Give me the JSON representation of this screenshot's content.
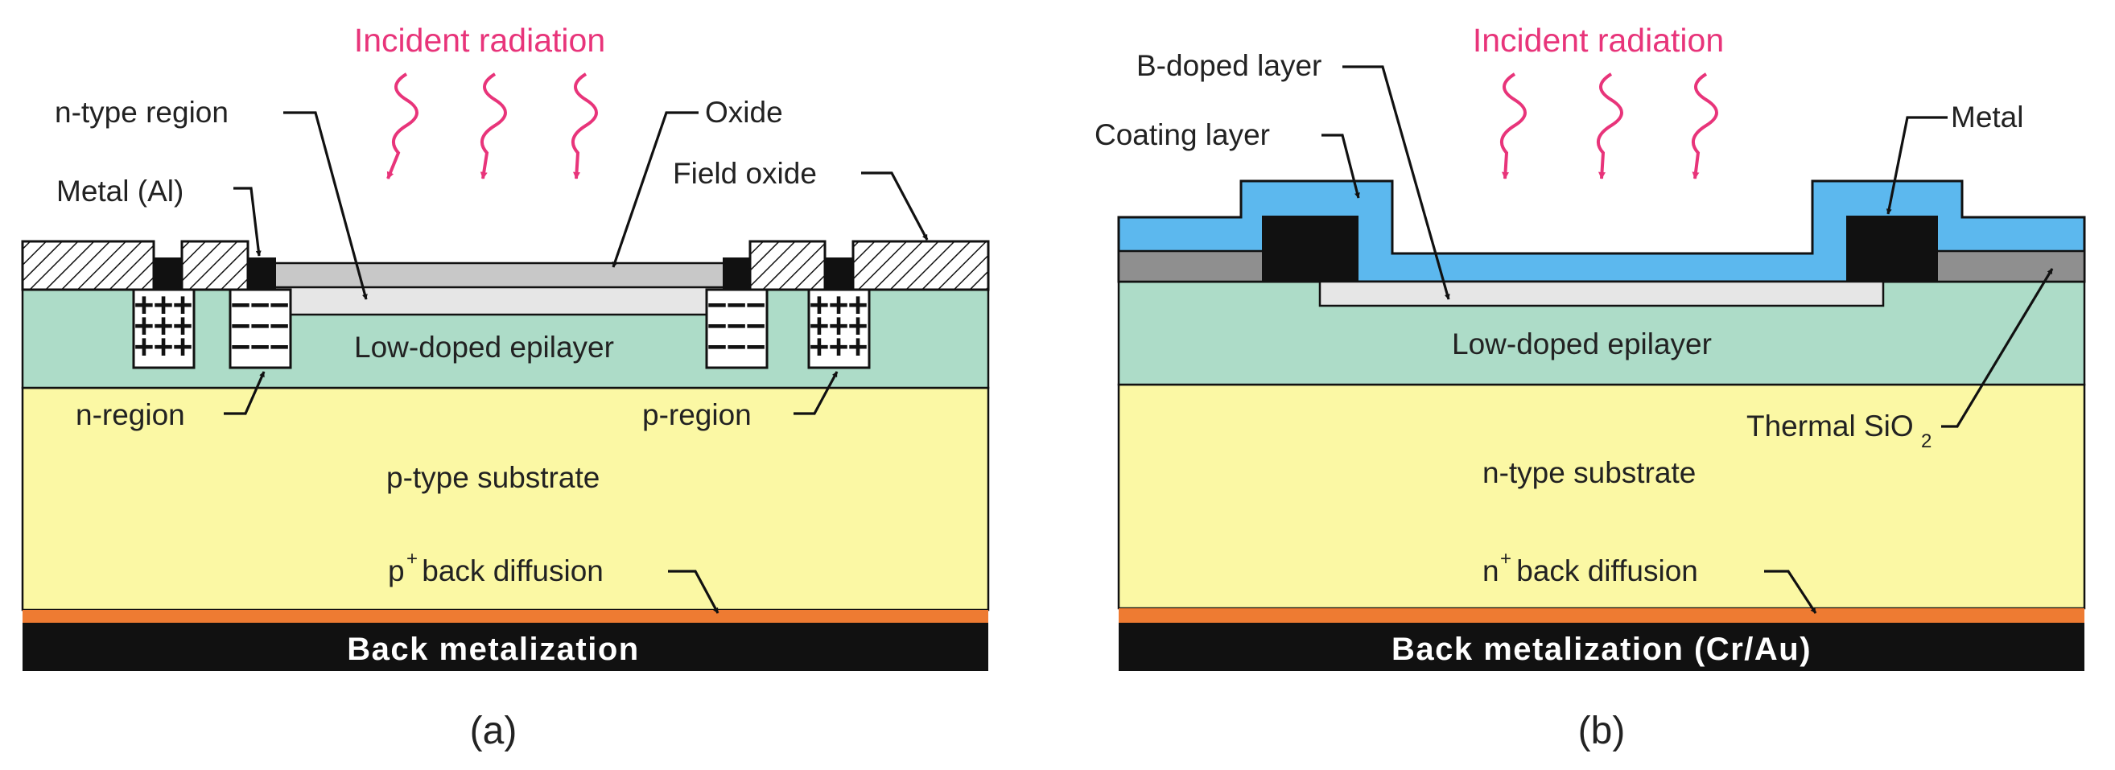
{
  "colors": {
    "epilayer": "#addcc8",
    "substrate": "#fbf8a4",
    "back_diffusion": "#ee7b32",
    "back_metal": "#111111",
    "field_oxide_hatch": "#111111",
    "oxide": "#c8c8c8",
    "n_type_region": "#e6e6e6",
    "coating": "#5cb8ee",
    "thermal_sio2": "#8f8f8f",
    "radiation": "#e8347a"
  },
  "panel_a": {
    "caption": "(a)",
    "incident_radiation": "Incident radiation",
    "n_type_region": "n-type region",
    "oxide": "Oxide",
    "metal_al": "Metal (Al)",
    "field_oxide": "Field oxide",
    "epilayer": "Low-doped epilayer",
    "n_region": "n-region",
    "p_region": "p-region",
    "substrate": "p-type substrate",
    "back_diffusion_prefix": "p",
    "back_diffusion_sup": "+",
    "back_diffusion_suffix": " back diffusion",
    "back_metal": "Back metalization"
  },
  "panel_b": {
    "caption": "(b)",
    "incident_radiation": "Incident radiation",
    "b_doped_layer": "B-doped layer",
    "coating_layer": "Coating layer",
    "metal": "Metal",
    "epilayer": "Low-doped epilayer",
    "thermal_prefix": "Thermal SiO",
    "thermal_sub": "2",
    "substrate": "n-type substrate",
    "back_diffusion_prefix": "n",
    "back_diffusion_sup": "+",
    "back_diffusion_suffix": " back diffusion",
    "back_metal": "Back metalization (Cr/Au)"
  },
  "signs": {
    "plus": "+++",
    "minus": "−−−"
  }
}
